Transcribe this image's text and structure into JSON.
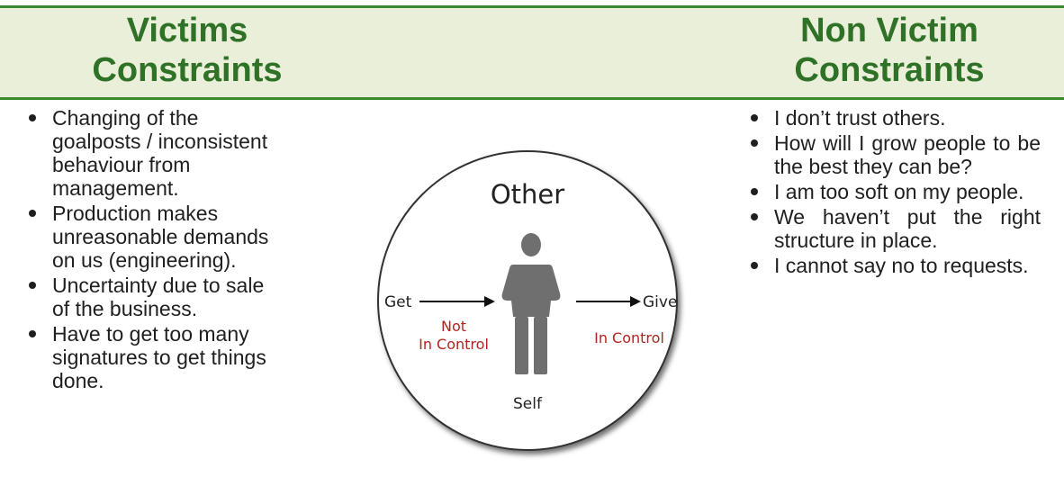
{
  "left": {
    "title_line1": "Victims",
    "title_line2": "Constraints",
    "items": [
      "Changing of the goalposts / inconsistent behaviour from management.",
      "Production makes unreasonable demands on us (engineering).",
      "Uncertainty due to sale of the business.",
      "Have to get too many signatures to get things done."
    ]
  },
  "right": {
    "title_line1": "Non Victim",
    "title_line2": "Constraints",
    "items": [
      "I don’t trust others.",
      "How will I grow people to be the best they can be?",
      "I am too soft on my people.",
      "We haven’t put the right structure in place.",
      "I cannot say no to requests."
    ]
  },
  "diagram": {
    "other_label": "Other",
    "self_label": "Self",
    "get_label": "Get",
    "give_label": "Give",
    "not_in_control_line1": "Not",
    "not_in_control_line2": "In Control",
    "in_control_label": "In Control",
    "figure_icon": "person-silhouette-icon",
    "arrow_icon": "right-arrow-icon",
    "colors": {
      "header_green": "#2f7127",
      "header_band": "#e9efd8",
      "rule": "#3c8a2e",
      "control_red": "#b3241f",
      "figure_gray": "#6f6f6f"
    }
  }
}
